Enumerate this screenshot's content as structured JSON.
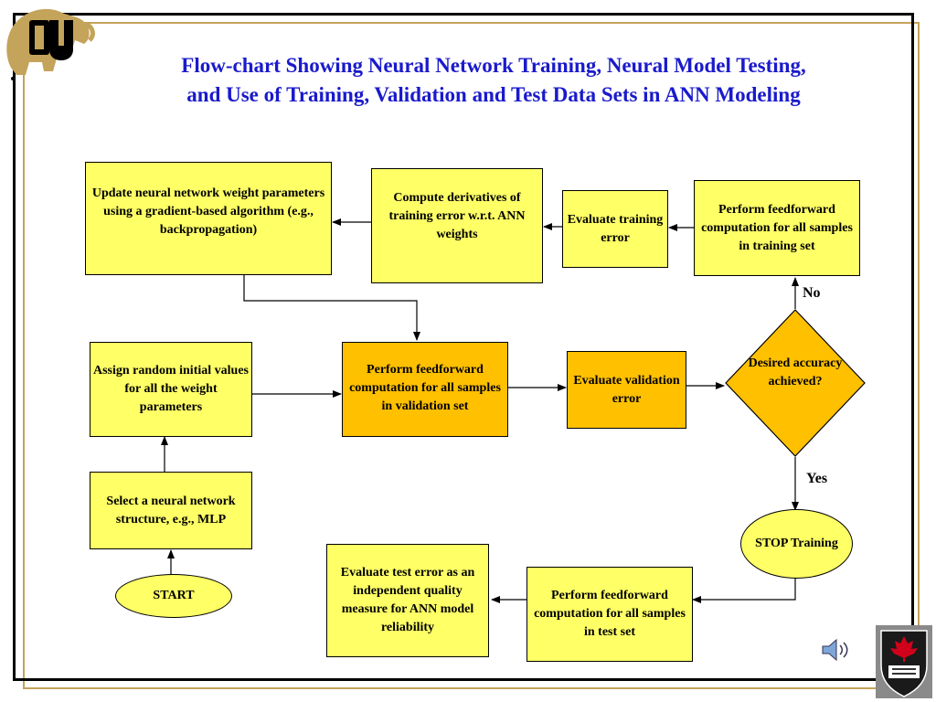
{
  "title": {
    "line1": "Flow-chart Showing Neural Network Training, Neural Model Testing,",
    "line2": "and Use of Training, Validation and Test Data Sets in ANN Modeling"
  },
  "colors": {
    "title": "#1a1acc",
    "yellow_box": "#ffff66",
    "orange_box": "#ffc000",
    "frame_gold": "#c4a35a"
  },
  "nodes": {
    "update_weights": "Update neural network weight parameters using a gradient-based algorithm (e.g., backpropagation)",
    "compute_derivatives": "Compute derivatives of training error w.r.t. ANN weights",
    "eval_training_error": "Evaluate training error",
    "feedforward_training": "Perform feedforward computation for all samples in training set",
    "assign_random": "Assign random initial values for all the weight parameters",
    "feedforward_validation": "Perform feedforward computation for all samples in validation set",
    "eval_validation_error": "Evaluate validation error",
    "desired_accuracy": "Desired accuracy achieved?",
    "select_structure": "Select a neural network structure, e.g., MLP",
    "start": "START",
    "stop_training": "STOP Training",
    "eval_test_error": "Evaluate test error as an independent quality measure for ANN model reliability",
    "feedforward_test": "Perform feedforward computation for all samples in test set"
  },
  "edge_labels": {
    "no": "No",
    "yes": "Yes"
  },
  "icons": {
    "top_left_logo": "cu-buffalo-logo",
    "bottom_right_logo": "university-crest-logo",
    "sound": "speaker-icon"
  }
}
